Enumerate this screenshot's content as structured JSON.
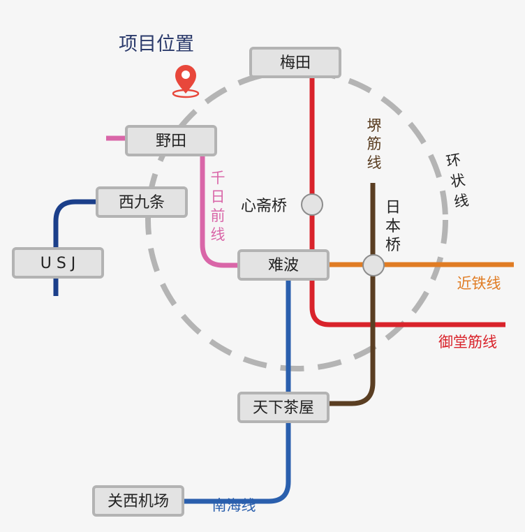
{
  "title": "项目位置",
  "stations": {
    "umeda": "梅田",
    "noda": "野田",
    "nishikujo": "西九条",
    "usj": "U S J",
    "namba": "难波",
    "tengachaya": "天下茶屋",
    "kix": "关西机场",
    "shinsaibashi": "心斋桥",
    "nipponbashi": [
      "日",
      "本",
      "桥"
    ]
  },
  "lines": {
    "loop": {
      "label": [
        "环",
        "状",
        "线"
      ],
      "color": "#b4b4b4"
    },
    "sakaisuji": {
      "label": [
        "堺",
        "筋",
        "线"
      ],
      "color": "#5a3e22"
    },
    "sennichimae": {
      "label": [
        "千",
        "日",
        "前",
        "线"
      ],
      "color": "#d966a8"
    },
    "kintetsu": {
      "label": "近铁线",
      "color": "#e07c24"
    },
    "midosuji": {
      "label": "御堂筋线",
      "color": "#d9232b"
    },
    "nankai": {
      "label": "南海线",
      "color": "#2a5fad"
    },
    "usj_branch": {
      "color": "#1b3f8a"
    }
  },
  "colors": {
    "pin": "#e8473b",
    "title": "#2b3a6b"
  }
}
